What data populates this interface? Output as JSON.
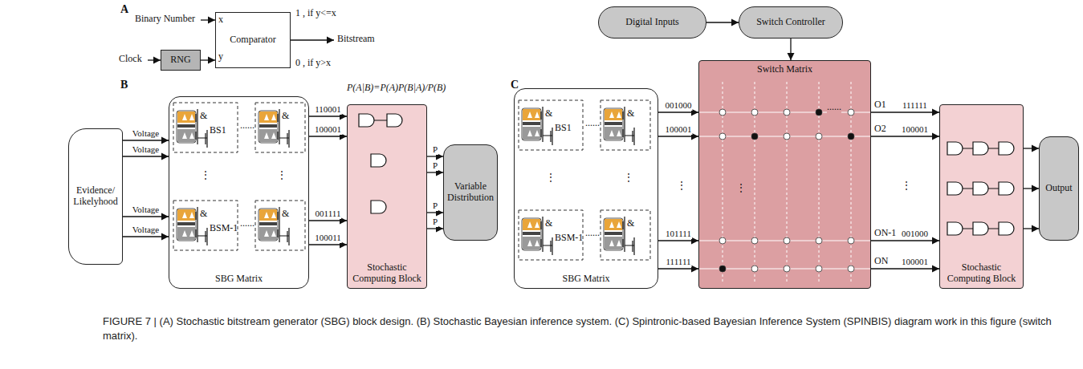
{
  "diagram": {
    "caption": "FIGURE 7 | (A) Stochastic bitstream generator (SBG) block design. (B) Stochastic Bayesian inference system. (C) Spintronic-based Bayesian Inference System (SPINBIS) diagram work in this figure (switch matrix).",
    "nodes": [
      {
        "text": [
          "Comparator"
        ]
      },
      {
        "text": [
          "RNG"
        ]
      },
      {
        "text": [
          "Evidence/ Likelyhood"
        ]
      },
      {
        "text": [
          "SBG Matrix"
        ]
      },
      {
        "text": [
          "Stochastic Computing Block"
        ]
      },
      {
        "text": [
          "Variable Distribution"
        ]
      },
      {
        "text": [
          "Digital Inputs"
        ]
      },
      {
        "text": [
          "Switch Controller"
        ]
      },
      {
        "text": [
          "SBG Matrix"
        ]
      },
      {
        "text": [
          "Switch Matrix"
        ]
      },
      {
        "text": [
          "Stochastic Computing Block"
        ]
      },
      {
        "text": [
          "Output"
        ]
      }
    ],
    "edges": [
      {
        "from": 1,
        "to": 0,
        "arrow": "to"
      },
      {
        "from": 2,
        "to": 3,
        "label": "Voltage",
        "arrow": "to"
      },
      {
        "from": 2,
        "to": 3,
        "label": "Voltage",
        "arrow": "to"
      },
      {
        "from": 2,
        "to": 3,
        "label": "Voltage",
        "arrow": "to"
      },
      {
        "from": 2,
        "to": 3,
        "label": "Voltage",
        "arrow": "to"
      },
      {
        "from": 3,
        "to": 4,
        "label": "110001",
        "arrow": "to"
      },
      {
        "from": 3,
        "to": 4,
        "label": "100001",
        "arrow": "to"
      },
      {
        "from": 3,
        "to": 4,
        "label": "001111",
        "arrow": "to"
      },
      {
        "from": 3,
        "to": 4,
        "label": "100011",
        "arrow": "to"
      },
      {
        "from": 4,
        "to": 5,
        "label": "P",
        "arrow": "to"
      },
      {
        "from": 4,
        "to": 5,
        "label": "P",
        "arrow": "to"
      },
      {
        "from": 4,
        "to": 5,
        "label": "P",
        "arrow": "to"
      },
      {
        "from": 4,
        "to": 5,
        "label": "P",
        "arrow": "to"
      },
      {
        "from": 6,
        "to": 7,
        "arrow": "to"
      },
      {
        "from": 7,
        "to": 9,
        "arrow": "to"
      },
      {
        "from": 8,
        "to": 9,
        "label": "001000",
        "arrow": "to"
      },
      {
        "from": 8,
        "to": 9,
        "label": "100001",
        "arrow": "to"
      },
      {
        "from": 8,
        "to": 9,
        "label": "101111",
        "arrow": "to"
      },
      {
        "from": 8,
        "to": 9,
        "label": "111111",
        "arrow": "to"
      },
      {
        "from": 9,
        "to": 10,
        "label": "111111",
        "arrow": "to"
      },
      {
        "from": 9,
        "to": 10,
        "label": "100001",
        "arrow": "to"
      },
      {
        "from": 9,
        "to": 10,
        "label": "001000",
        "arrow": "to"
      },
      {
        "from": 9,
        "to": 10,
        "label": "100001",
        "arrow": "to"
      },
      {
        "from": 10,
        "to": 11,
        "arrow": "to"
      },
      {
        "from": 10,
        "to": 11,
        "arrow": "to"
      },
      {
        "from": 10,
        "to": 11,
        "arrow": "to"
      }
    ],
    "labels": [
      "A",
      "Binary Number",
      "Clock",
      "x",
      "y",
      "1 , if y<=x",
      "Bitstream",
      "0 , if y>x",
      "B",
      "P(A|B)=P(A)P(B|A)/P(B)",
      "BS1",
      "......",
      "BSM-1",
      "......",
      "⋮",
      "⋮",
      "&",
      "&",
      "&",
      "&",
      "C",
      "BS1",
      "......",
      "BSM-1",
      "......",
      "⋮",
      "⋮",
      "&",
      "&",
      "&",
      "&",
      "O1",
      "O2",
      "ON-1",
      "ON",
      "⋮",
      "⋮",
      "......",
      "⋮"
    ]
  }
}
